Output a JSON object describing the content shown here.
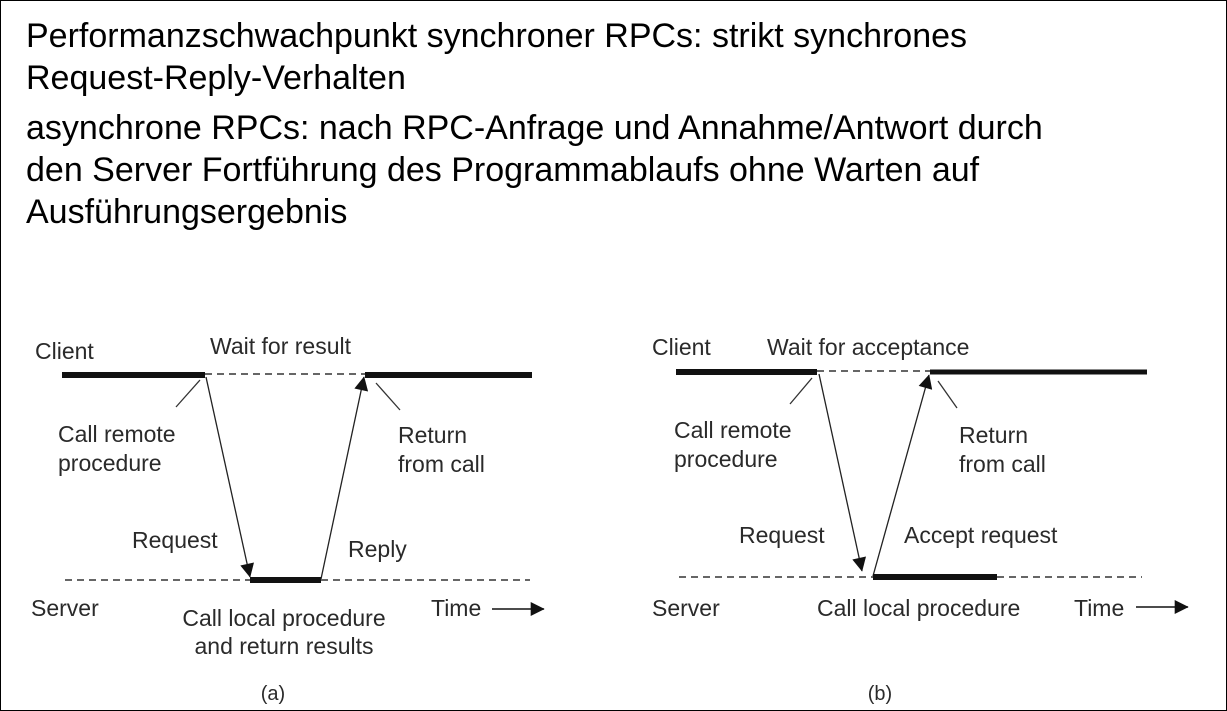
{
  "bullets": [
    {
      "lines": [
        "Performanzschwachpunkt synchroner RPCs: strikt synchrones",
        "Request-Reply-Verhalten"
      ]
    },
    {
      "lines": [
        "asynchrone RPCs: nach RPC-Anfrage und Annahme/Antwort durch",
        "den Server Fortführung des Programmablaufs ohne Warten auf",
        "Ausführungsergebnis"
      ]
    }
  ],
  "figure_a": {
    "client": "Client",
    "wait": "Wait for result",
    "call_remote": [
      "Call remote",
      "procedure"
    ],
    "return_call": [
      "Return",
      "from call"
    ],
    "request": "Request",
    "reply": "Reply",
    "server": "Server",
    "local": [
      "Call local procedure",
      "and return results"
    ],
    "time": "Time",
    "caption": "(a)"
  },
  "figure_b": {
    "client": "Client",
    "wait": "Wait for acceptance",
    "call_remote": [
      "Call remote",
      "procedure"
    ],
    "return_call": [
      "Return",
      "from call"
    ],
    "request": "Request",
    "accept": "Accept request",
    "server": "Server",
    "local": "Call local procedure",
    "time": "Time",
    "caption": "(b)"
  }
}
